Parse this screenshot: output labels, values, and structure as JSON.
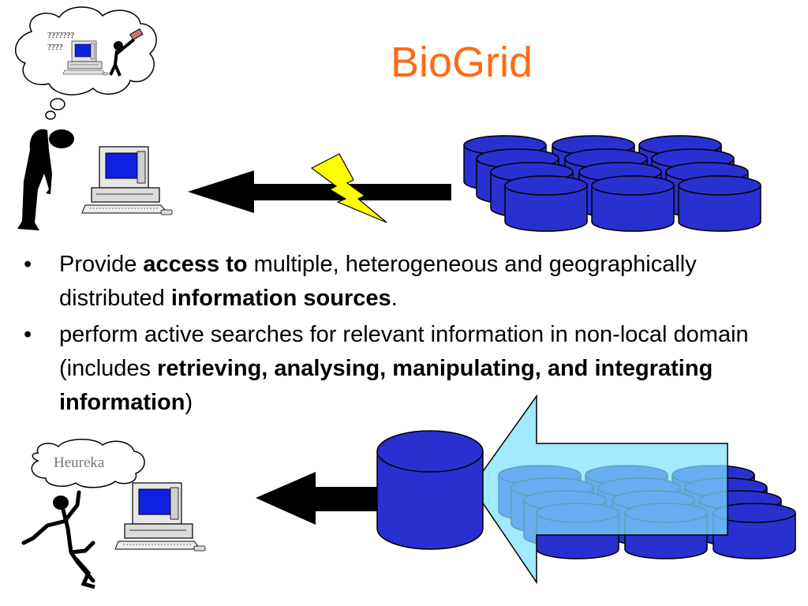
{
  "slide": {
    "title": "BioGrid",
    "thought_bubble_top": {
      "line1": "???????",
      "line2": "????"
    },
    "thought_bubble_bottom": {
      "text": "Heureka"
    },
    "bullets": [
      {
        "parts": [
          {
            "text": "Provide ",
            "bold": false
          },
          {
            "text": "access to",
            "bold": true
          },
          {
            "text": " multiple, heterogeneous and geographically distributed ",
            "bold": false
          },
          {
            "text": "information sources",
            "bold": true
          },
          {
            "text": ".",
            "bold": false
          }
        ]
      },
      {
        "parts": [
          {
            "text": "perform active searches for relevant information in non-local domain (includes ",
            "bold": false
          },
          {
            "text": "retrieving, analysing, manipulating, and integrating information",
            "bold": true
          },
          {
            "text": ")",
            "bold": false
          }
        ]
      }
    ],
    "colors": {
      "title": "#ff6a13",
      "database_fill": "#2a2fd0",
      "big_arrow_fill": "#7fe0ff",
      "lightning": "#ffff00"
    }
  }
}
